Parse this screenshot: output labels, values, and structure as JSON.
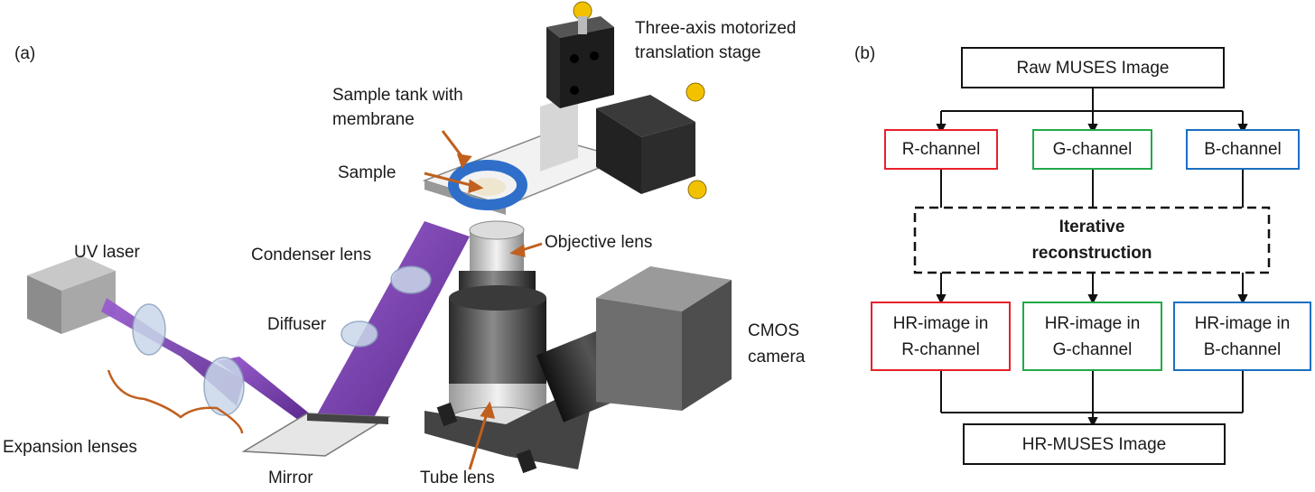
{
  "panel_a": {
    "tag": "(a)",
    "labels": {
      "stage": "Three-axis motorized\ntranslation stage",
      "tank": "Sample tank with\nmembrane",
      "sample": "Sample",
      "uv_laser": "UV laser",
      "condenser": "Condenser lens",
      "objective": "Objective lens",
      "diffuser": "Diffuser",
      "cmos": "CMOS\ncamera",
      "expansion": "Expansion lenses",
      "mirror": "Mirror",
      "tube": "Tube lens"
    }
  },
  "panel_b": {
    "tag": "(b)",
    "raw": "Raw MUSES Image",
    "r_channel": "R-channel",
    "g_channel": "G-channel",
    "b_channel": "B-channel",
    "iterative": "Iterative\nreconstruction",
    "hr_r": "HR-image in\nR-channel",
    "hr_g": "HR-image in\nG-channel",
    "hr_b": "HR-image in\nB-channel",
    "hr_muses": "HR-MUSES Image",
    "colors": {
      "red": "#e8202a",
      "green": "#22a84a",
      "blue": "#1a6fc0",
      "frame": "#111111"
    }
  },
  "illustration_colors": {
    "beam": "#7a3fb0",
    "lens": "#c9d8ea",
    "arrow": "#c0601e",
    "ring": "#2f6fc9"
  }
}
